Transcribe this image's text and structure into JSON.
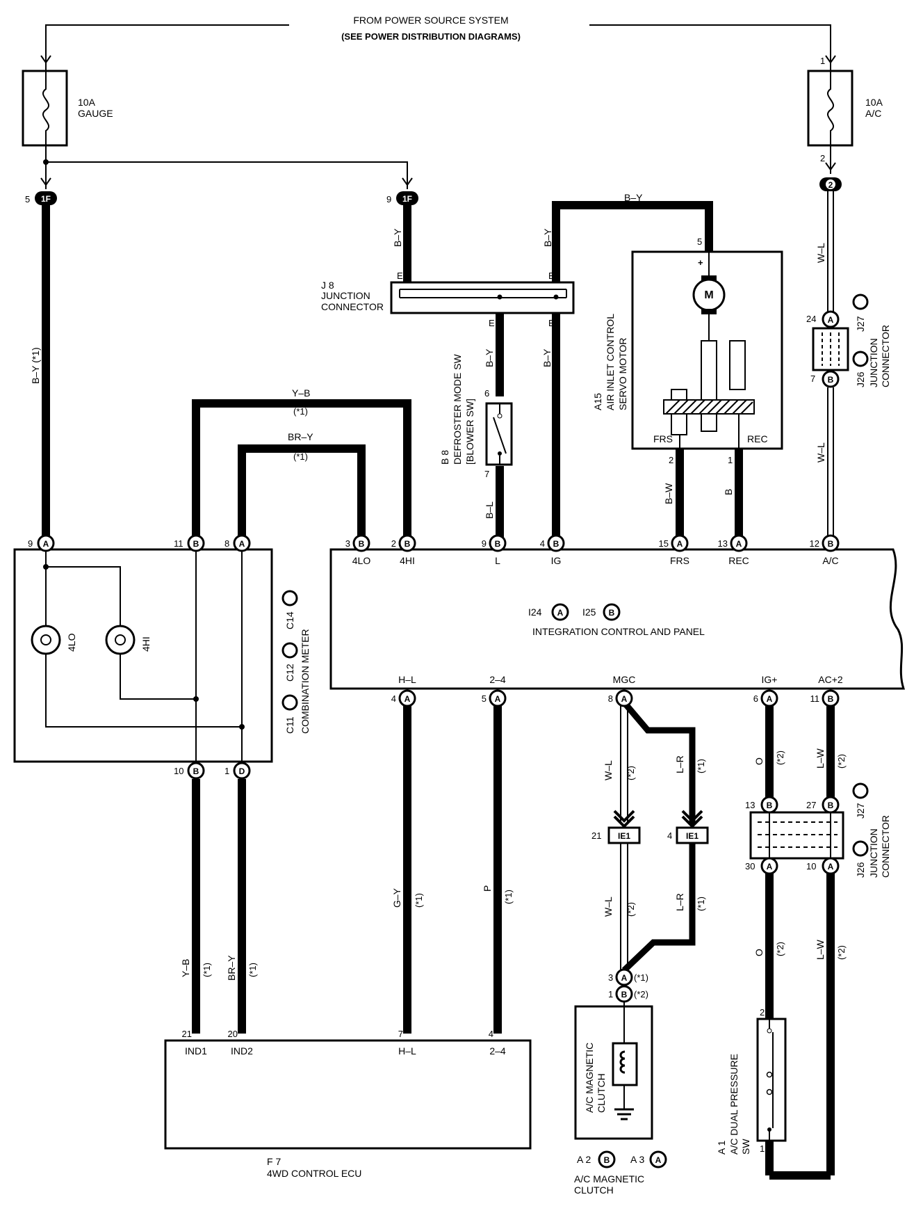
{
  "header": {
    "line1": "FROM POWER SOURCE SYSTEM",
    "line2": "(SEE POWER DISTRIBUTION DIAGRAMS)"
  },
  "fuses": {
    "gauge": {
      "rating": "10A",
      "name": "GAUGE"
    },
    "ac": {
      "rating": "10A",
      "name": "A/C",
      "pin_in": "1",
      "pin_out": "2",
      "connector": "2"
    }
  },
  "connectors_1f": {
    "left": {
      "pin": "5",
      "id": "1F"
    },
    "right": {
      "pin": "9",
      "id": "1F"
    }
  },
  "wires": {
    "b_y": "B–Y",
    "b_y_note": "B–Y  (*1)",
    "y_b": "Y–B",
    "br_y": "BR–Y",
    "star1": "(*1)",
    "star2": "(*2)",
    "b_l": "B–L",
    "w_l": "W–L",
    "b_w": "B–W",
    "b": "B",
    "o": "O",
    "l_w": "L–W",
    "l_r": "L–R",
    "g_y": "G–Y",
    "p": "P"
  },
  "j8": {
    "id": "J 8",
    "name1": "JUNCTION",
    "name2": "CONNECTOR",
    "pin": "E"
  },
  "defroster": {
    "id": "B 8",
    "line1": "DEFROSTER MODE SW",
    "line2": "[BLOWER SW]",
    "pin_top": "6",
    "pin_bottom": "7"
  },
  "a15": {
    "id": "A15",
    "line1": "AIR INLET CONTROL",
    "line2": "SERVO MOTOR",
    "pin_plus": "5",
    "plus": "+",
    "motor": "M",
    "frs": "FRS",
    "rec": "REC",
    "pin_frs": "2",
    "pin_rec": "1"
  },
  "junction_top": {
    "pin_top": "24",
    "pin_bottom": "7",
    "ref_a": "J26",
    "ref_b": "J27",
    "name1": "JUNCTION",
    "name2": "CONNECTOR"
  },
  "junction_bottom": {
    "pin_tl": "13",
    "pin_tr": "27",
    "pin_bl": "30",
    "pin_br": "10",
    "ref_a": "J26",
    "ref_b": "J27",
    "name1": "JUNCTION",
    "name2": "CONNECTOR"
  },
  "meter": {
    "ref1": "C11",
    "ref2": "C12",
    "ref3": "C14",
    "name": "COMBINATION METER",
    "lamp_4lo": "4LO",
    "lamp_4hi": "4HI",
    "pin_9": "9",
    "pin_11": "11",
    "pin_8": "8",
    "pin_10": "10",
    "pin_1": "1"
  },
  "icp": {
    "ref1": "I24",
    "ref2": "I25",
    "name": "INTEGRATION CONTROL AND PANEL",
    "top_pins": [
      {
        "num": "3",
        "conn": "B",
        "label": "4LO"
      },
      {
        "num": "2",
        "conn": "B",
        "label": "4HI"
      },
      {
        "num": "9",
        "conn": "B",
        "label": "L"
      },
      {
        "num": "4",
        "conn": "B",
        "label": "IG"
      },
      {
        "num": "15",
        "conn": "A",
        "label": "FRS"
      },
      {
        "num": "13",
        "conn": "A",
        "label": "REC"
      },
      {
        "num": "12",
        "conn": "B",
        "label": "A/C"
      }
    ],
    "bottom_pins": [
      {
        "num": "4",
        "conn": "A",
        "label": "H–L"
      },
      {
        "num": "5",
        "conn": "A",
        "label": "2–4"
      },
      {
        "num": "8",
        "conn": "A",
        "label": "MGC"
      },
      {
        "num": "6",
        "conn": "A",
        "label": "IG+"
      },
      {
        "num": "11",
        "conn": "B",
        "label": "AC+2"
      }
    ]
  },
  "ie1": {
    "id": "IE1",
    "pin_left": "21",
    "pin_right": "4"
  },
  "clutch": {
    "pin_a": "3",
    "pin_b": "1",
    "note_a": "(*1)",
    "note_b": "(*2)",
    "inner1": "A/C MAGNETIC",
    "inner2": "CLUTCH",
    "ref1": "A 2",
    "ref2": "A 3",
    "name1": "A/C MAGNETIC",
    "name2": "CLUTCH"
  },
  "dual_sw": {
    "id": "A 1",
    "line1": "A/C DUAL PRESSURE",
    "line2": "SW",
    "pin_top": "2",
    "pin_bottom": "1"
  },
  "ecu": {
    "id": "F 7",
    "name": "4WD CONTROL ECU",
    "pins": [
      {
        "num": "21",
        "label": "IND1"
      },
      {
        "num": "20",
        "label": "IND2"
      },
      {
        "num": "7",
        "label": "H–L"
      },
      {
        "num": "4",
        "label": "2–4"
      }
    ]
  },
  "letters": {
    "A": "A",
    "B": "B",
    "D": "D"
  }
}
